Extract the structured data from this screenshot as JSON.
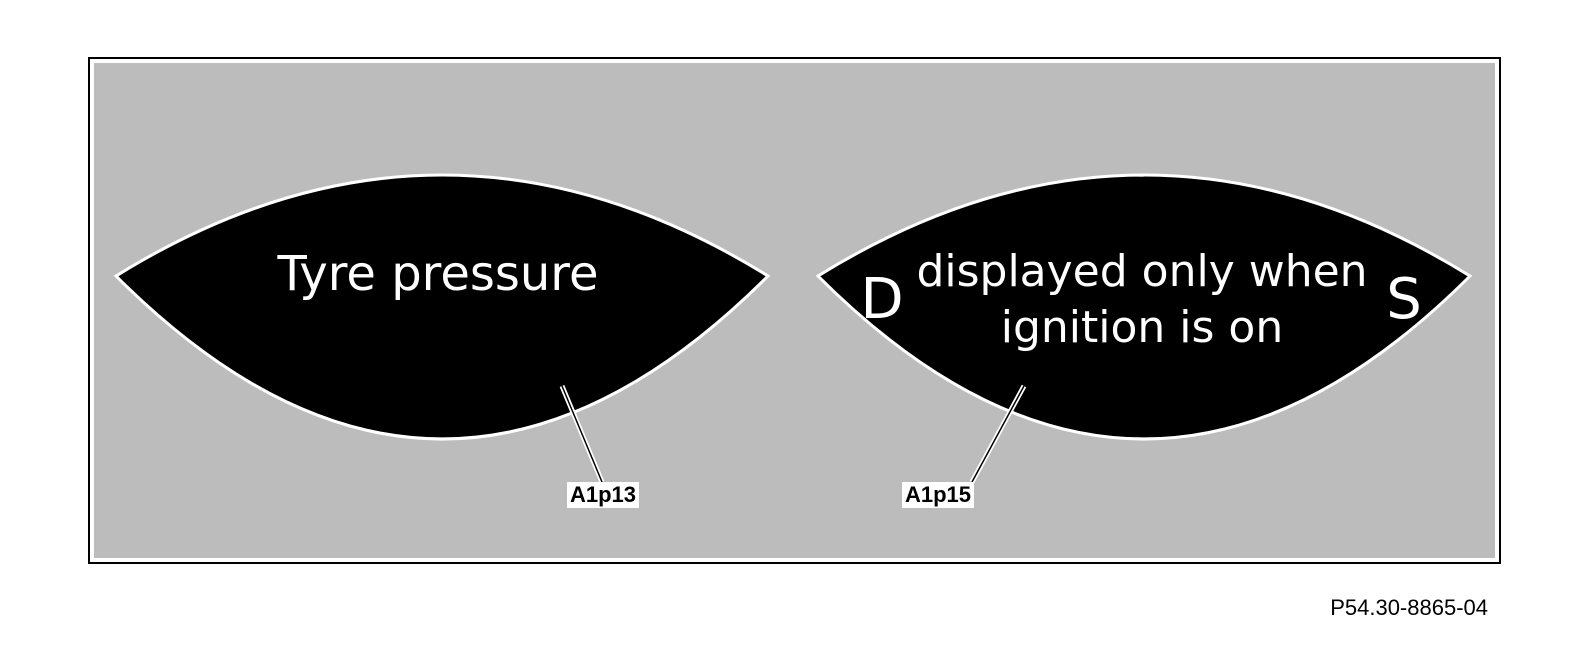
{
  "left_display": {
    "text": "Tyre pressure",
    "callout": "A1p13"
  },
  "right_display": {
    "gear_left": "D",
    "message_line_1": "displayed only when",
    "message_line_2": "ignition is on",
    "gear_right": "S",
    "callout": "A1p15"
  },
  "figure_code": "P54.30-8865-04",
  "colors": {
    "panel_background": "#bcbcbc",
    "display_background": "#000000",
    "display_text": "#ffffff",
    "outline": "#ffffff"
  }
}
